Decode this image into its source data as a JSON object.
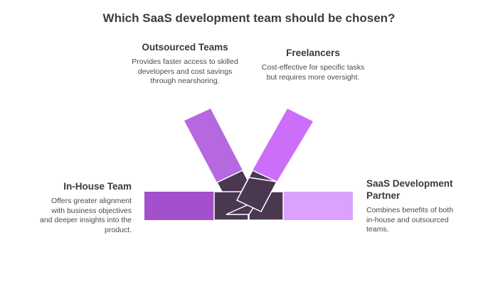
{
  "title": "Which SaaS development team should be chosen?",
  "options": {
    "outsourced": {
      "heading": "Outsourced Teams",
      "description": "Provides faster access to skilled developers and cost savings through nearshoring."
    },
    "freelancers": {
      "heading": "Freelancers",
      "description": "Cost-effective for specific tasks but requires more oversight."
    },
    "in_house": {
      "heading": "In-House Team",
      "description": "Offers greater alignment with business objectives and deeper insights into the product."
    },
    "partner": {
      "heading": "SaaS Development Partner",
      "description": "Combines benefits of both in-house and outsourced teams."
    }
  },
  "colors": {
    "in_house": "#a44fcb",
    "partner": "#dba2fb",
    "outsourced": "#b668e0",
    "freelancers": "#cc6ef9",
    "joint": "#4a3750"
  }
}
